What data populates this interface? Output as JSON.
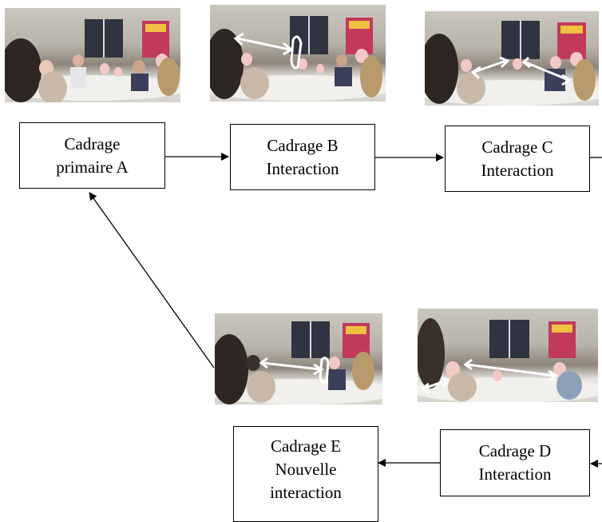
{
  "boxes": {
    "a": {
      "line1": "Cadrage",
      "line2": "primaire A"
    },
    "b": {
      "line1": "Cadrage B",
      "line2": "Interaction"
    },
    "c": {
      "line1": "Cadrage C",
      "line2": "Interaction"
    },
    "d": {
      "line1": "Cadrage D",
      "line2": "Interaction"
    },
    "e": {
      "line1": "Cadrage E",
      "line2": "Nouvelle",
      "line3": "interaction"
    }
  },
  "photos": [
    {
      "id": "photo-a",
      "overlay": "none"
    },
    {
      "id": "photo-b",
      "overlay": "double-arrow"
    },
    {
      "id": "photo-c",
      "overlay": "two-double-arrows"
    },
    {
      "id": "photo-e",
      "overlay": "double-arrow"
    },
    {
      "id": "photo-d",
      "overlay": "two-double-arrows"
    }
  ],
  "colors": {
    "box_border": "#000000",
    "arrow": "#000000",
    "photo_overlay_arrow": "#ffffff"
  }
}
